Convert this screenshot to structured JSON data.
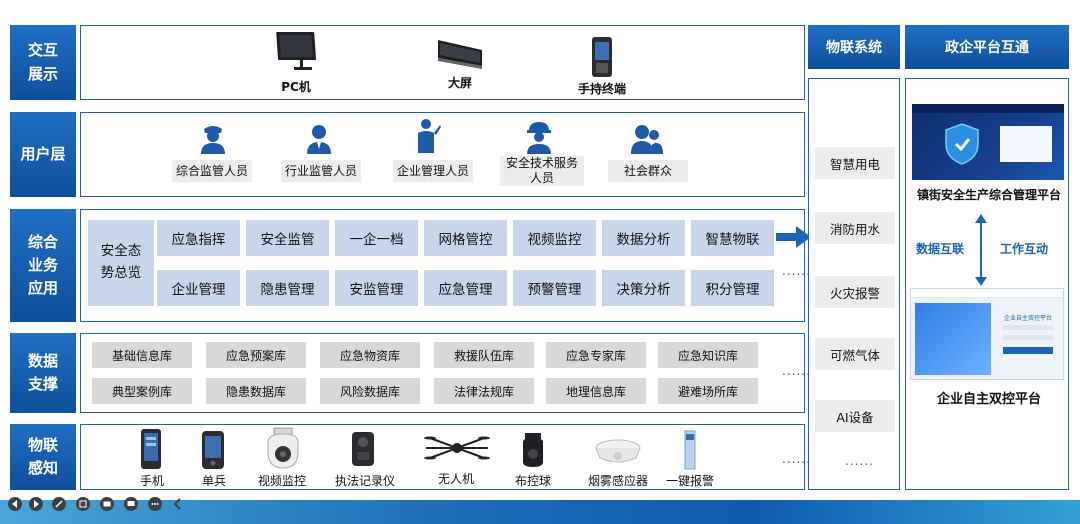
{
  "layers": {
    "interaction": "交互\n展示",
    "user": "用户层",
    "business": "综合\n业务\n应用",
    "data": "数据\n支撑",
    "iot": "物联\n感知"
  },
  "devices": [
    "PC机",
    "大屏",
    "手持终端"
  ],
  "users": [
    "综合监管人员",
    "行业监管人员",
    "企业管理人员",
    "安全技术服务\n人员",
    "社会群众"
  ],
  "business": {
    "overview": "安全态\n势总览",
    "row1": [
      "应急指挥",
      "安全监管",
      "一企一档",
      "网格管控",
      "视频监控",
      "数据分析",
      "智慧物联"
    ],
    "row2": [
      "企业管理",
      "隐患管理",
      "安监管理",
      "应急管理",
      "预警管理",
      "决策分析",
      "积分管理"
    ],
    "more": "......"
  },
  "databases": {
    "row1": [
      "基础信息库",
      "应急预案库",
      "应急物资库",
      "救援队伍库",
      "应急专家库",
      "应急知识库"
    ],
    "row2": [
      "典型案例库",
      "隐患数据库",
      "风险数据库",
      "法律法规库",
      "地理信息库",
      "避难场所库"
    ],
    "more": "......"
  },
  "sensors": {
    "items": [
      "手机",
      "单兵",
      "视频监控",
      "执法记录仪",
      "无人机",
      "布控球",
      "烟雾感应器",
      "一键报警"
    ],
    "more": "......"
  },
  "iot_system": {
    "title": "物联系统",
    "items": [
      "智慧用电",
      "消防用水",
      "火灾报警",
      "可燃气体",
      "AI设备"
    ],
    "more": "......"
  },
  "gov_platform": {
    "title": "政企平台互通",
    "top_platform": "镇街安全生产综合管理平台",
    "data_link": "数据互联",
    "work_link": "工作互动",
    "bottom_platform": "企业自主双控平台",
    "bottom_screen_title": "企业自主双控平台"
  },
  "colors": {
    "primary": "#1a63b8",
    "business_box": "#c7d6ea",
    "chip": "#ececec",
    "data_box": "#d8d8d8"
  }
}
